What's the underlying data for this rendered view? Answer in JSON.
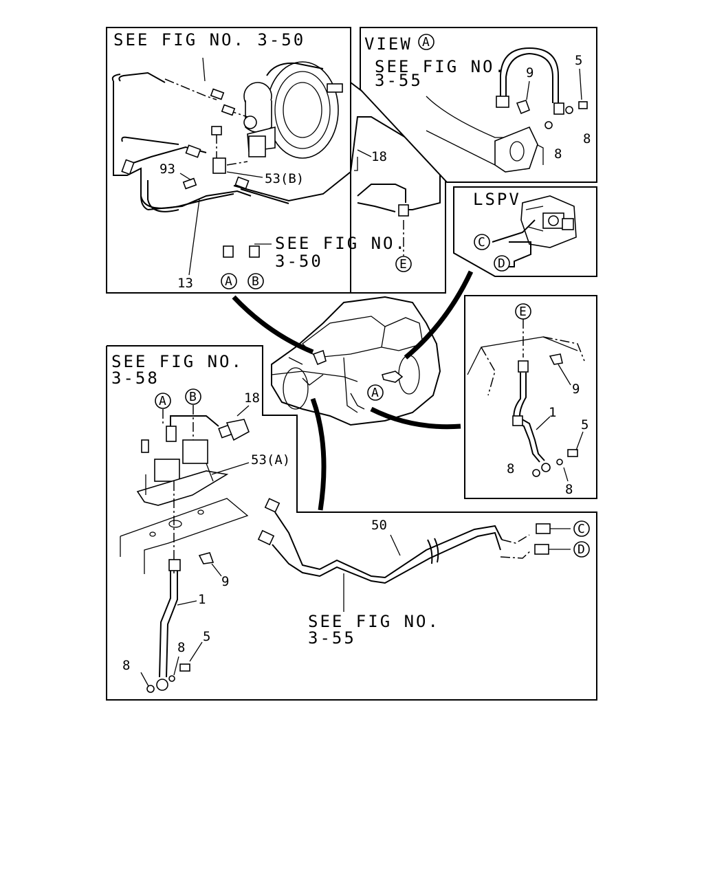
{
  "panels": {
    "booster": {
      "ref": "SEE FIG NO. 3-50",
      "ref_mid_line1": "SEE FIG NO.",
      "ref_mid_line2": "3-50",
      "parts": {
        "p18": "18",
        "p93": "93",
        "p53b": "53(B)",
        "p13": "13"
      },
      "markers": {
        "a": "A",
        "b": "B",
        "e": "E"
      }
    },
    "view_a": {
      "title": "VIEW",
      "title_marker": "A",
      "ref_line1": "SEE FIG NO.",
      "ref_line2": "3-55",
      "parts": {
        "p9": "9",
        "p5": "5",
        "p8a": "8",
        "p8b": "8"
      }
    },
    "lspv": {
      "title": "LSPV",
      "markers": {
        "c": "C",
        "d": "D"
      }
    },
    "rear_hose": {
      "marker": "E",
      "parts": {
        "p9": "9",
        "p1": "1",
        "p5": "5",
        "p8a": "8",
        "p8b": "8"
      }
    },
    "lower": {
      "ref_line1": "SEE FIG NO.",
      "ref_line2": "3-58",
      "ref2_line1": "SEE FIG NO.",
      "ref2_line2": "3-55",
      "markers": {
        "a": "A",
        "b": "B",
        "c": "C",
        "d": "D"
      },
      "parts": {
        "p18": "18",
        "p53a": "53(A)",
        "p50": "50",
        "p9": "9",
        "p1": "1",
        "p5": "5",
        "p8a": "8",
        "p8b": "8"
      }
    },
    "vehicle": {
      "marker": "A"
    }
  }
}
